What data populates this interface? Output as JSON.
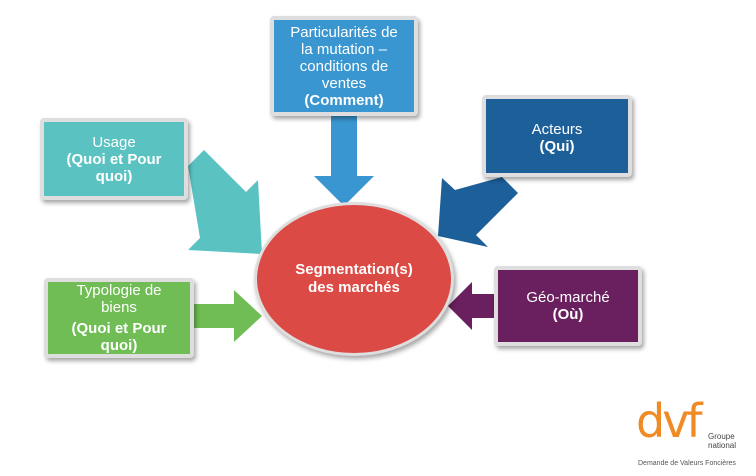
{
  "center": {
    "line1": "Segmentation(s)",
    "line2": "des marchés"
  },
  "boxes": {
    "particularites": {
      "lines": [
        "Particularités de",
        "la mutation –",
        "conditions de",
        "ventes"
      ],
      "bold": "(Comment)"
    },
    "usage": {
      "line1": "Usage",
      "bold": "(Quoi et Pour quoi)"
    },
    "acteurs": {
      "line1": "Acteurs",
      "bold": "(Qui)"
    },
    "typologie": {
      "line1": "Typologie de biens",
      "bold": "(Quoi et Pour quoi)"
    },
    "geo": {
      "line1": "Géo-marché",
      "bold": "(Où)"
    }
  },
  "logo": {
    "letters": "dvf",
    "text_line1": "Groupe",
    "text_line2": "national",
    "subtitle": "Demande de Valeurs Foncières"
  },
  "colors": {
    "particularites": "#3a96d0",
    "usage": "#5bc2c2",
    "acteurs": "#1c5f99",
    "typologie": "#6fbd54",
    "geo": "#6a1f5e",
    "center": "#dc4a45",
    "logo": "#f08a24"
  }
}
